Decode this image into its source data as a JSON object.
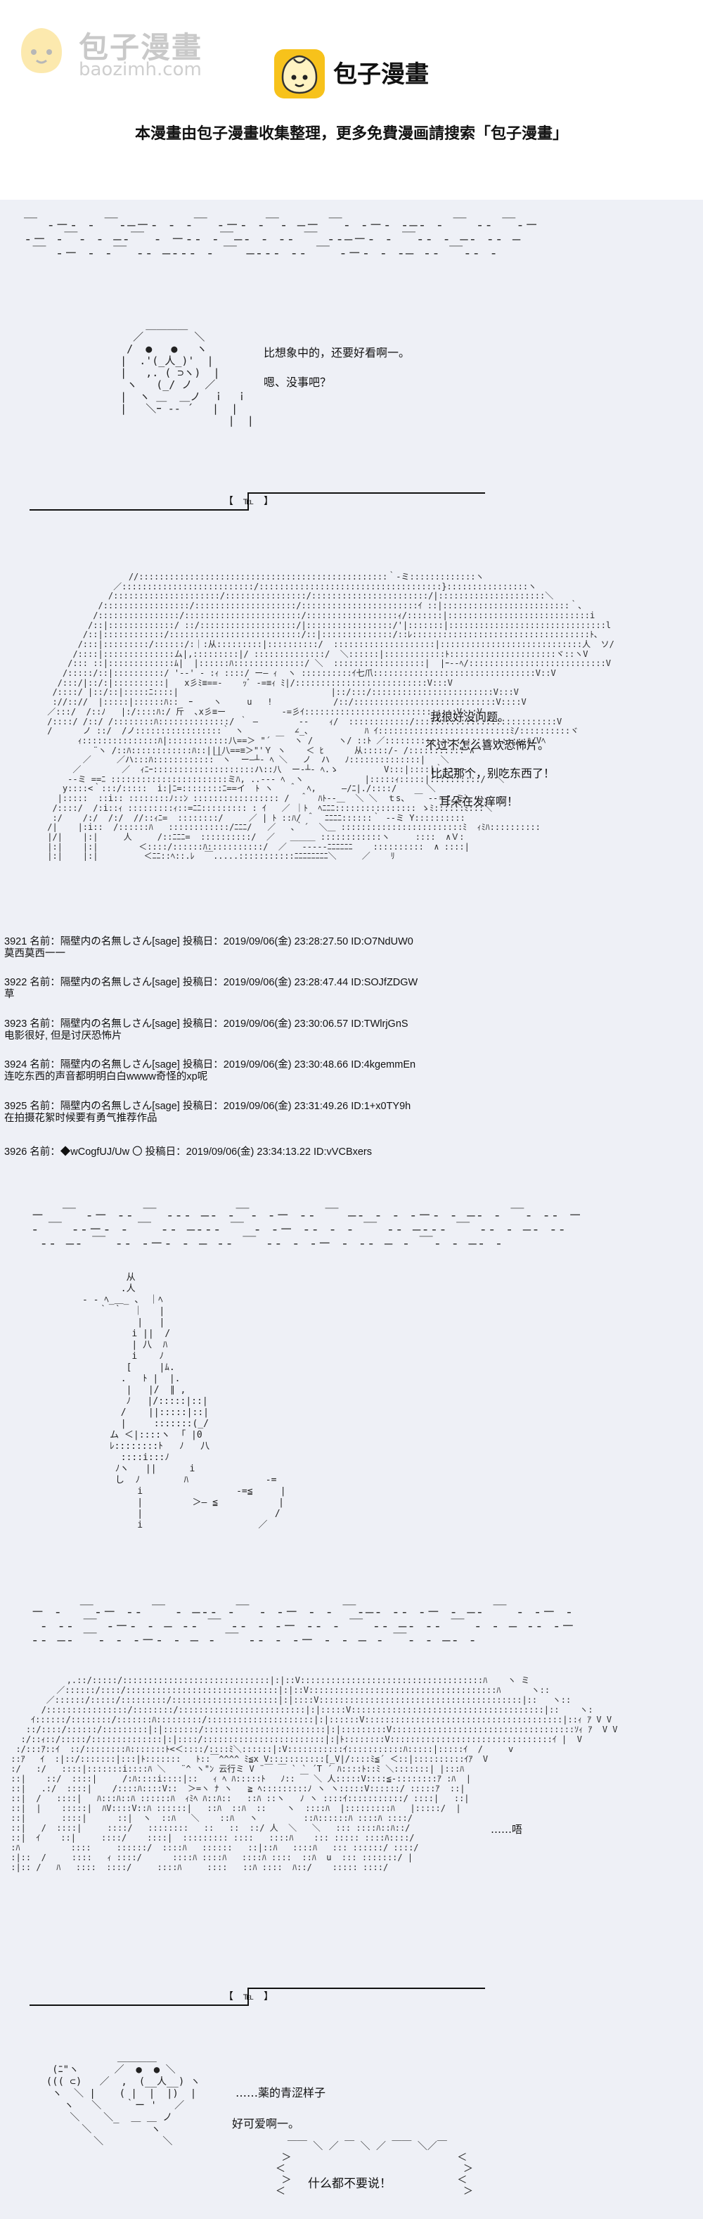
{
  "header": {
    "watermark_name": "包子漫畫",
    "watermark_url": "baozimh.com",
    "brand_name": "包子漫畫",
    "notice": "本漫畫由包子漫畫收集整理，更多免費漫画請搜索「包子漫畫」"
  },
  "scene1": {
    "line1": "比想象中的，还要好看啊一。",
    "line2": "嗯、没事吧？",
    "tel": "【　℡　】"
  },
  "scene2": {
    "line1": "我很好没问题。",
    "line2": "不过不怎么喜欢恐怖片。",
    "line3": "比起那个，别吃东西了！",
    "line4": "耳朵在发痒啊！"
  },
  "posts": [
    {
      "header": "3921 名前：隔壁内の名無しさん[sage] 投稿日：2019/09/06(金) 23:28:27.50 ID:O7NdUW0",
      "body": "莫西莫西一一"
    },
    {
      "header": "3922 名前：隔壁内の名無しさん[sage] 投稿日：2019/09/06(金) 23:28:47.44 ID:SOJfZDGW",
      "body": "草"
    },
    {
      "header": "3923 名前：隔壁内の名無しさん[sage] 投稿日：2019/09/06(金) 23:30:06.57 ID:TWlrjGnS",
      "body": "电影很好, 但是讨厌恐怖片"
    },
    {
      "header": "3924 名前：隔壁内の名無しさん[sage] 投稿日：2019/09/06(金) 23:30:48.66 ID:4kgemmEn",
      "body": "连吃东西的声音都明明白白wwww奇怪的xp呢"
    },
    {
      "header": "3925 名前：隔壁内の名無しさん[sage] 投稿日：2019/09/06(金) 23:31:49.26 ID:1+x0TY9h",
      "body": "在拍摄花絮时候要有勇气推荐作品"
    },
    {
      "header": "3926 名前：◆wCogfUJ/Uw 〇 投稿日：2019/09/06(金) 23:34:13.22 ID:vVCBxers",
      "body": ""
    }
  ],
  "scene3": {
    "sound": "……唔",
    "tel": "【　℡　】"
  },
  "scene4": {
    "line1": "……薬的青涩样子",
    "line2": "好可爱啊一。",
    "bubble": "什么都不要说！"
  },
  "colors": {
    "panel_bg": "#eef0f6",
    "logo_yellow": "#f7c21b",
    "text": "#111111"
  }
}
